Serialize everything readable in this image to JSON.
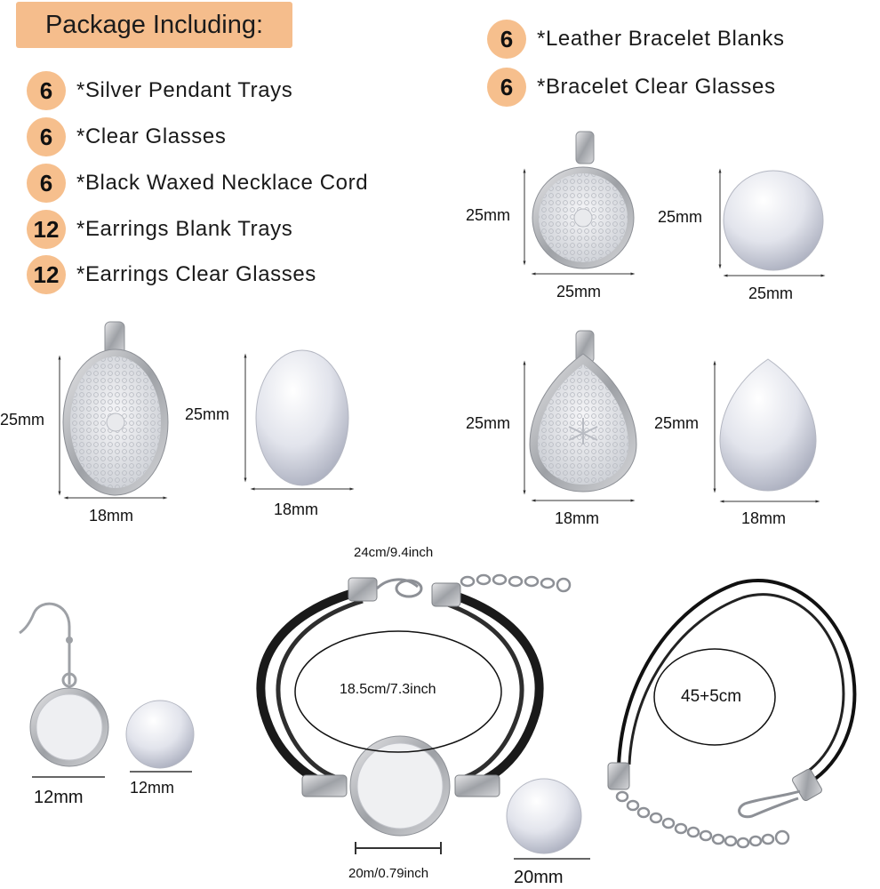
{
  "header": {
    "title": "Package Including:"
  },
  "items_left": [
    {
      "count": "6",
      "label": "*Silver Pendant Trays"
    },
    {
      "count": "6",
      "label": "*Clear Glasses"
    },
    {
      "count": "6",
      "label": "*Black Waxed Necklace Cord"
    },
    {
      "count": "12",
      "label": "*Earrings Blank Trays"
    },
    {
      "count": "12",
      "label": "*Earrings Clear Glasses"
    }
  ],
  "items_right": [
    {
      "count": "6",
      "label": "*Leather Bracelet Blanks"
    },
    {
      "count": "6",
      "label": "*Bracelet Clear Glasses"
    }
  ],
  "dimensions": {
    "round_tray_h": "25mm",
    "round_tray_w": "25mm",
    "round_glass_h": "25mm",
    "round_glass_w": "25mm",
    "oval_tray_h": "25mm",
    "oval_tray_w": "18mm",
    "oval_glass_h": "25mm",
    "oval_glass_w": "18mm",
    "tear_tray_h": "25mm",
    "tear_tray_w": "18mm",
    "tear_glass_h": "25mm",
    "tear_glass_w": "18mm",
    "earring_tray_w": "12mm",
    "earring_glass_w": "12mm",
    "bracelet_total": "24cm/9.4inch",
    "bracelet_inner": "18.5cm/7.3inch",
    "bracelet_tray": "20m/0.79inch",
    "bracelet_glass": "20mm",
    "necklace_length": "45+5cm"
  }
}
